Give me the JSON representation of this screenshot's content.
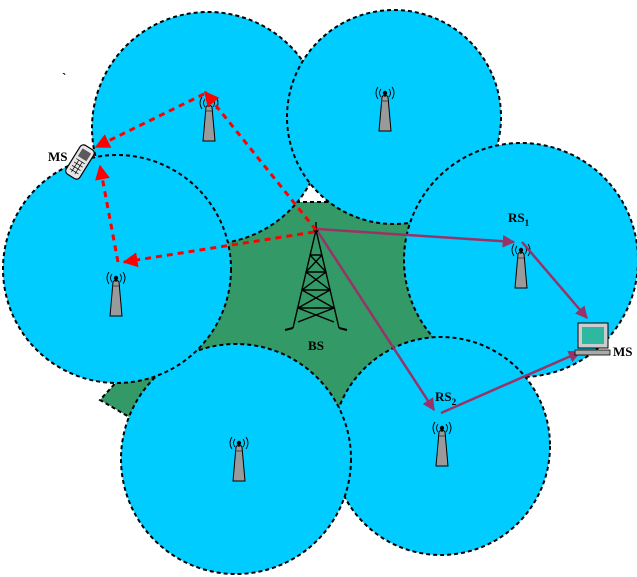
{
  "labels": {
    "bs": "BS",
    "ms_left": "MS",
    "ms_right": "MS",
    "rs1_main": "RS",
    "rs1_sub": "1",
    "rs2_main": "RS",
    "rs2_sub": "2",
    "stray_mark": "`"
  },
  "icons": {
    "base_station": "lattice-tower-icon",
    "relay_station": "relay-antenna-icon",
    "mobile_phone": "mobile-phone-icon",
    "computer": "computer-monitor-icon"
  },
  "colors": {
    "cell_fill": "#00ccff",
    "center_fill": "#339966",
    "cell_border": "#000000",
    "dashed_link": "#ff0000",
    "solid_link": "#993366",
    "background": "#ffffff"
  }
}
